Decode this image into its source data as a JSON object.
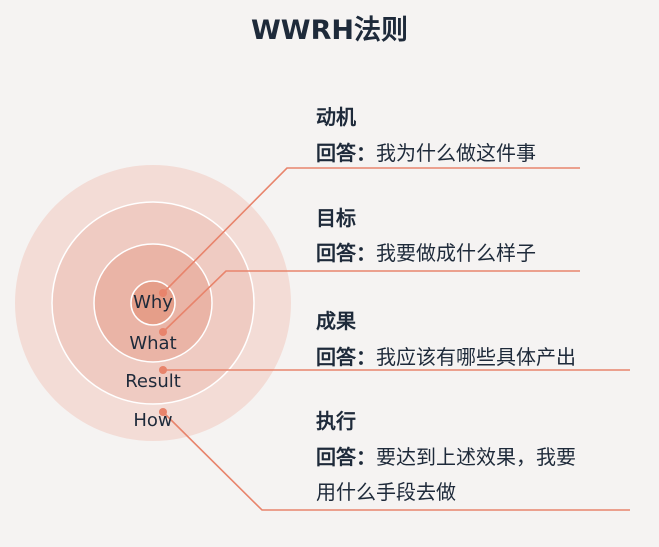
{
  "title": "WWRH法则",
  "rings": [
    "Why",
    "What",
    "Result",
    "How"
  ],
  "answer_label": "回答：",
  "items": [
    {
      "heading": "动机",
      "answer": "我为什么做这件事"
    },
    {
      "heading": "目标",
      "answer": "我要做成什么样子"
    },
    {
      "heading": "成果",
      "answer": "我应该有哪些具体产出"
    },
    {
      "heading": "执行",
      "answer": "要达到上述效果，我要",
      "answer2": "用什么手段去做"
    }
  ],
  "colors": {
    "line": "#e8846c",
    "ring1": "#f3dcd6",
    "ring2": "#efcbc2",
    "ring3": "#eab4a6",
    "ring4": "#e59e89",
    "text": "#1e2a3a"
  }
}
